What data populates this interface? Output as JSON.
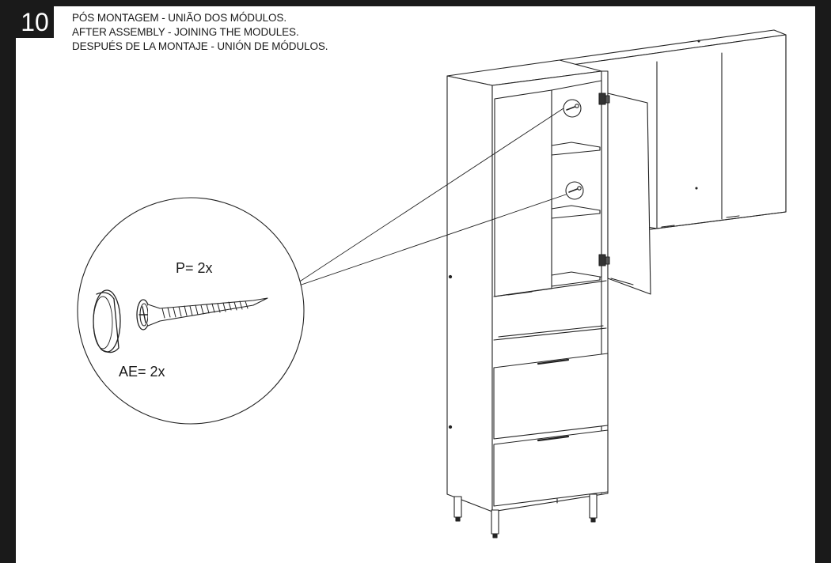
{
  "step": {
    "number": "10"
  },
  "titles": {
    "pt": "PÓS MONTAGEM - UNIÃO DOS MÓDULOS.",
    "en": "AFTER ASSEMBLY - JOINING THE MODULES.",
    "es": "DESPUÉS DE LA MONTAJE - UNIÓN DE MÓDULOS."
  },
  "parts": {
    "screw": {
      "label": "P= 2x",
      "icon": "screw-icon"
    },
    "cap": {
      "label": "AE= 2x",
      "icon": "cover-cap-icon"
    }
  },
  "colors": {
    "frame": "#1a1a1a",
    "line": "#222222",
    "background": "#ffffff"
  }
}
